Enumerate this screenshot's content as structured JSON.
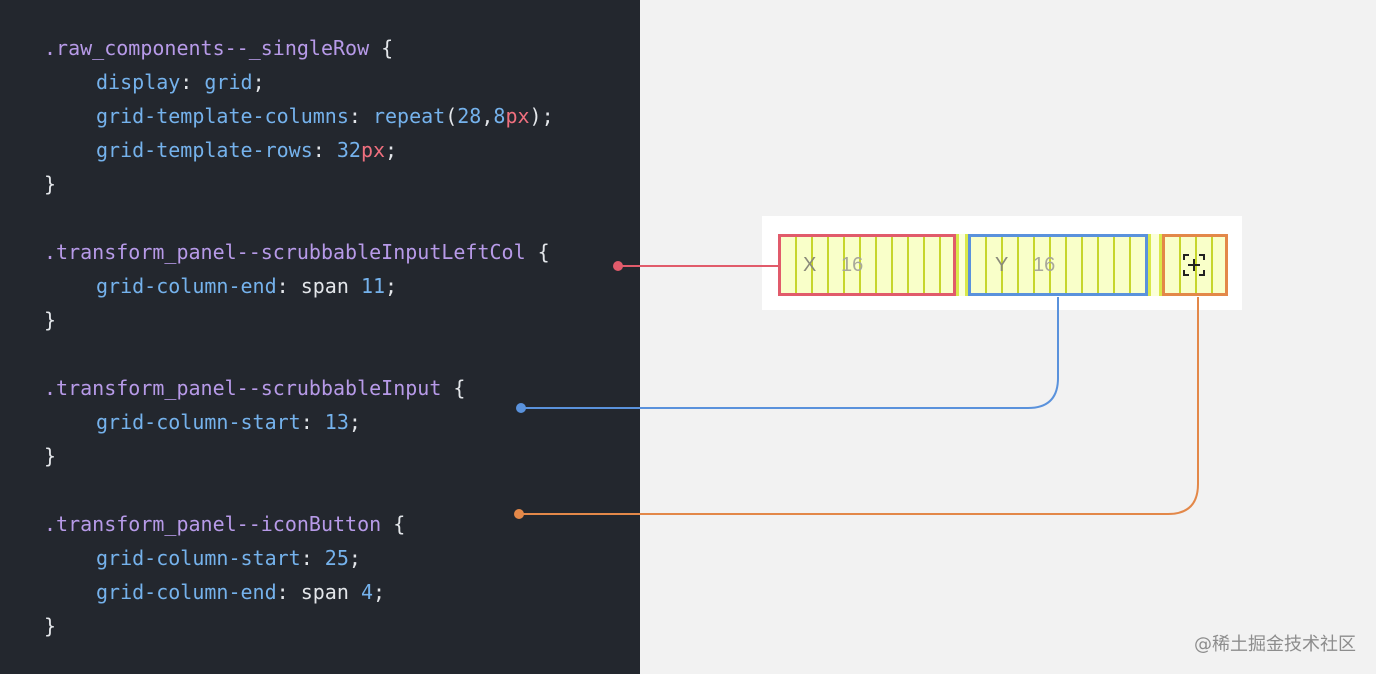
{
  "code": {
    "rule1": {
      "selector": ".raw_components--_singleRow",
      "display_prop": "display",
      "display_val": "grid",
      "gtc_prop": "grid-template-columns",
      "gtc_fn": "repeat",
      "gtc_count": "28",
      "gtc_num": "8",
      "gtc_unit": "px",
      "gtr_prop": "grid-template-rows",
      "gtr_num": "32",
      "gtr_unit": "px"
    },
    "rule2": {
      "selector": ".transform_panel--scrubbableInputLeftCol",
      "prop": "grid-column-end",
      "kw": "span",
      "num": "11"
    },
    "rule3": {
      "selector": ".transform_panel--scrubbableInput",
      "prop": "grid-column-start",
      "num": "13"
    },
    "rule4": {
      "selector": ".transform_panel--iconButton",
      "prop1": "grid-column-start",
      "num1": "25",
      "prop2": "grid-column-end",
      "kw2": "span",
      "num2": "4"
    },
    "punct": {
      "open": " {",
      "close": "}",
      "colon": ": ",
      "semi": ";",
      "lparen": "(",
      "rparen": ")",
      "comma": ",",
      "space": " "
    }
  },
  "preview": {
    "x_label": "X",
    "x_value": "16",
    "y_label": "Y",
    "y_value": "16",
    "icon": "expand-cross-icon"
  },
  "colors": {
    "left_col": "#e15b6b",
    "input": "#5a92dc",
    "icon_button": "#e38849"
  },
  "watermark": "@稀土掘金技术社区"
}
